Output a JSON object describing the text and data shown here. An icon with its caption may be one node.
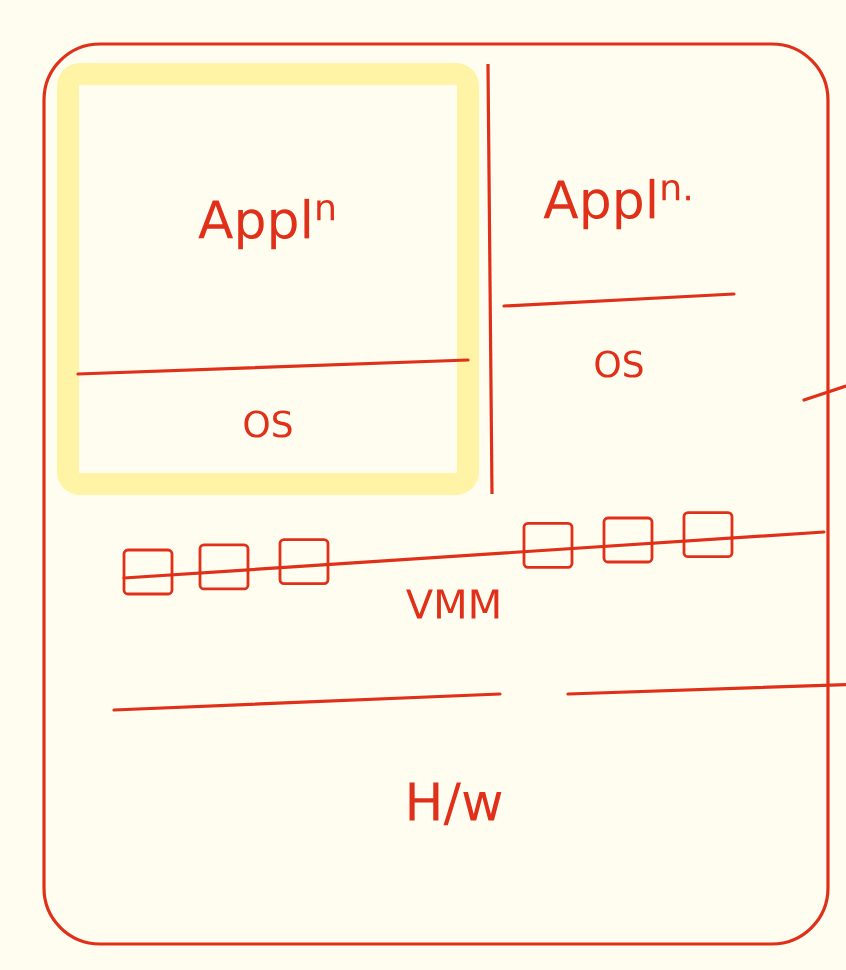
{
  "diagram": {
    "nodes": [
      {
        "text": [],
        "shape": "box"
      },
      {
        "text": [],
        "shape": "box",
        "in": 0
      },
      {
        "text": [
          "Appl$^{n}$"
        ],
        "in": 1
      },
      {
        "text": [
          "OS"
        ],
        "in": 1
      },
      {
        "text": [
          "Appl$^{n.}$"
        ],
        "in": 0
      },
      {
        "text": [
          "OS"
        ],
        "in": 0
      },
      {
        "text": [
          "VMM"
        ],
        "in": 0
      },
      {
        "text": [
          "H/w"
        ],
        "in": 0
      }
    ],
    "edges": []
  }
}
